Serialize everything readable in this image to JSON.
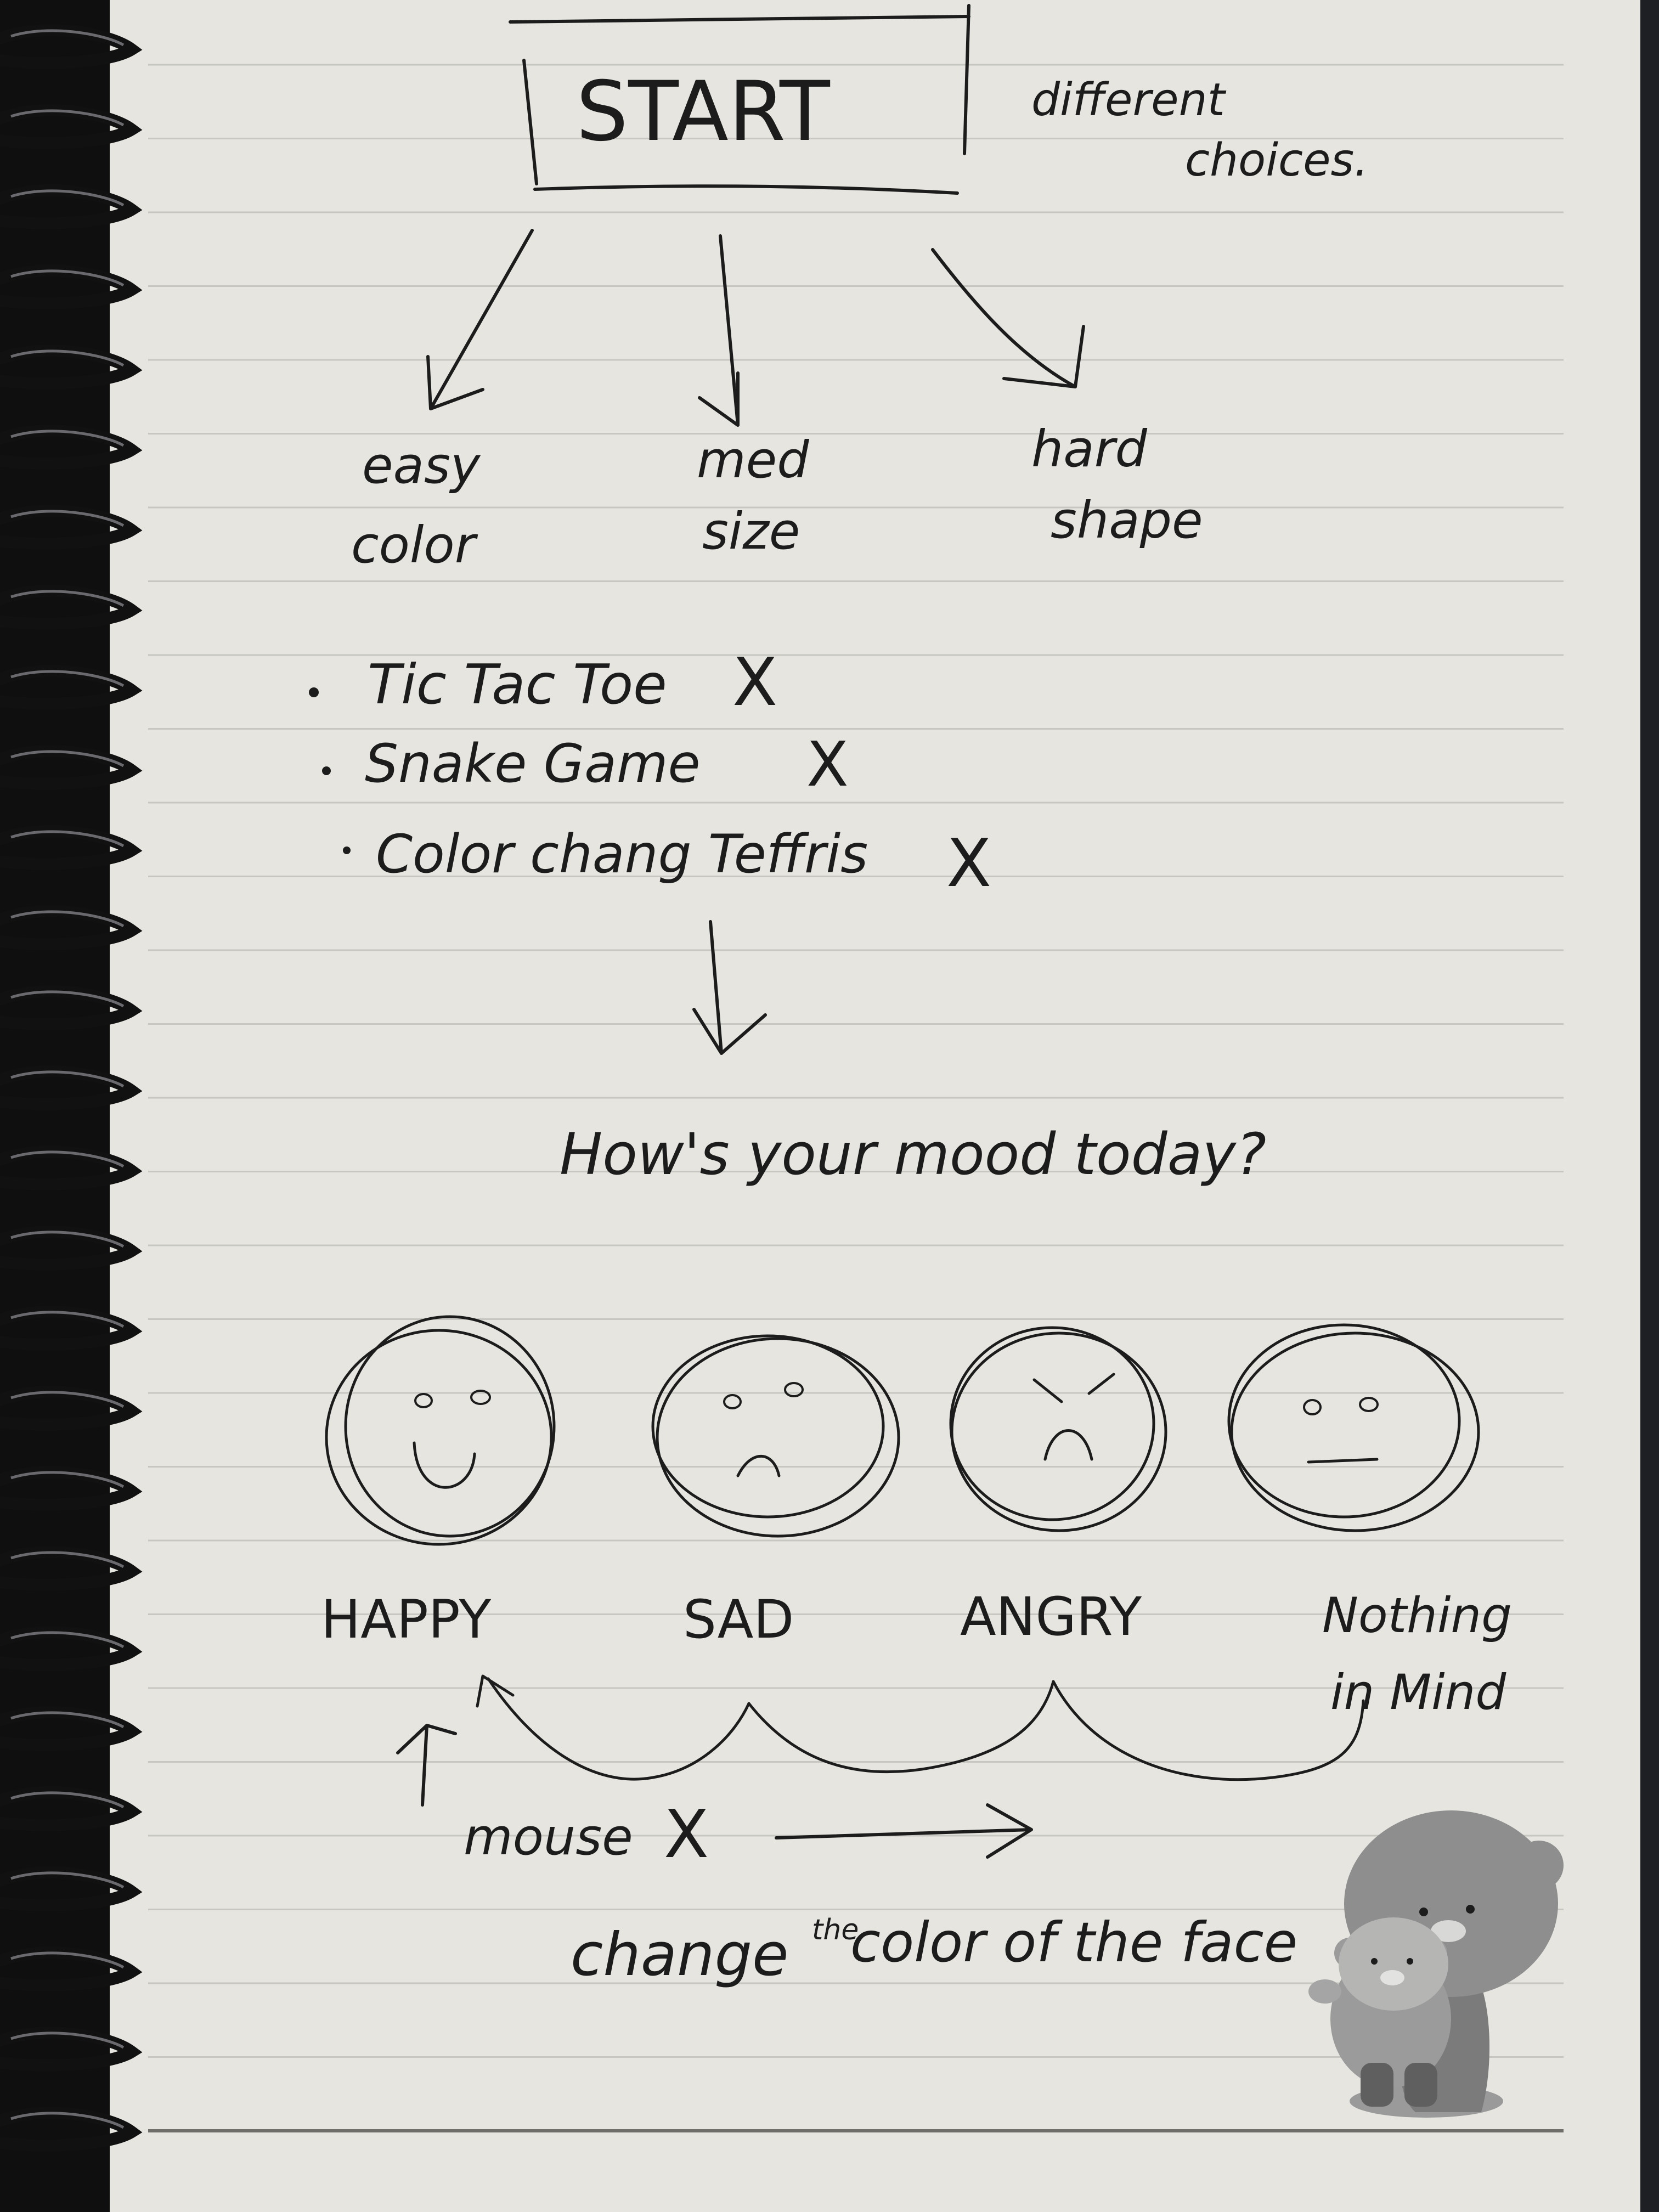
{
  "title_box": {
    "label": "START"
  },
  "side_note": {
    "line1": "different",
    "line2": "choices."
  },
  "difficulties": [
    {
      "level": "easy",
      "mode": "color"
    },
    {
      "level": "med",
      "mode": "size"
    },
    {
      "level": "hard",
      "mode": "shape"
    }
  ],
  "games": [
    {
      "name": "Tic Tac Toe",
      "mark": "X"
    },
    {
      "name": "Snake Game",
      "mark": "X"
    },
    {
      "name": "Color chang Teffris",
      "mark": "X"
    }
  ],
  "question": "How's your mood today?",
  "moods": [
    {
      "label": "HAPPY"
    },
    {
      "label": "SAD"
    },
    {
      "label": "ANGRY"
    },
    {
      "label_line1": "Nothing",
      "label_line2": "in Mind"
    }
  ],
  "mouse_note": {
    "label": "mouse",
    "mark": "X"
  },
  "bottom_note": {
    "prefix": "change",
    "small": "the",
    "rest": "color of the face"
  },
  "colors": {
    "paper": "#e7e6e1",
    "rule": "#c9c8c4",
    "ink": "#1c1c1c",
    "binding": "#1a1a1c"
  },
  "decor": {
    "sticker": "bear-characters-sticker"
  }
}
